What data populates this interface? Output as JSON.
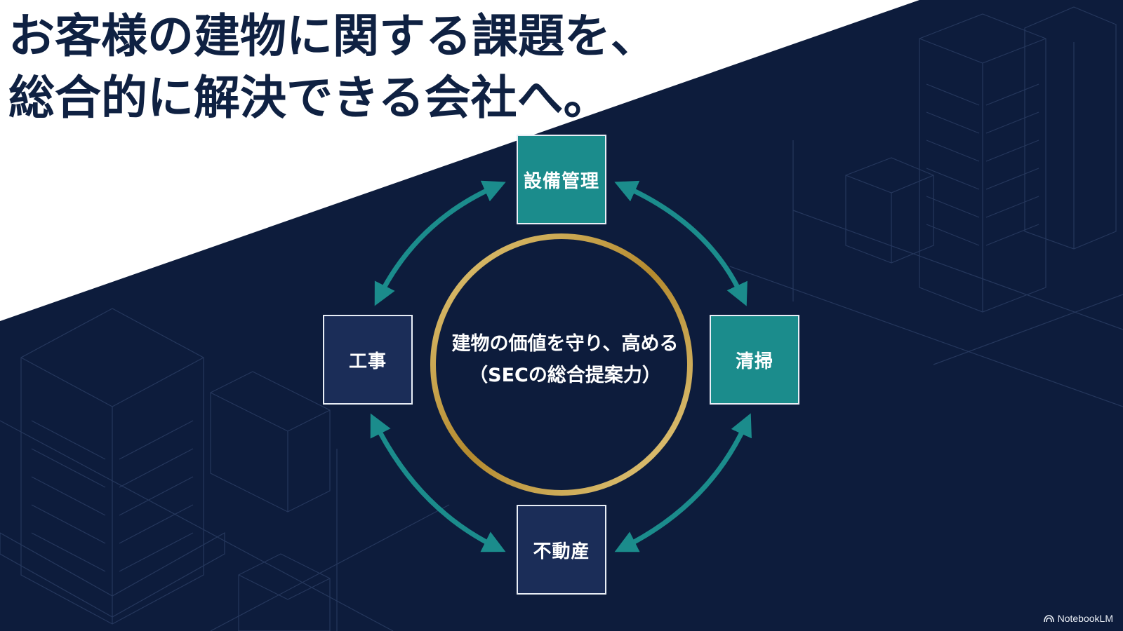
{
  "headline": {
    "line1": "お客様の建物に関する課題を、",
    "line2": "総合的に解決できる会社へ。"
  },
  "diagram": {
    "center": {
      "line1": "建物の価値を守り、高める",
      "line2": "（SECの総合提案力）"
    },
    "nodes": {
      "top": "設備管理",
      "right": "清掃",
      "bottom": "不動産",
      "left": "工事"
    }
  },
  "brand": {
    "label": "NotebookLM",
    "icon": "notebooklm-logo-icon"
  },
  "colors": {
    "navy_background": "#0d1c3c",
    "teal": "#1b8c8c",
    "navy_box": "#1b2d58",
    "gold": "#c9a548",
    "headline": "#0f2142"
  }
}
